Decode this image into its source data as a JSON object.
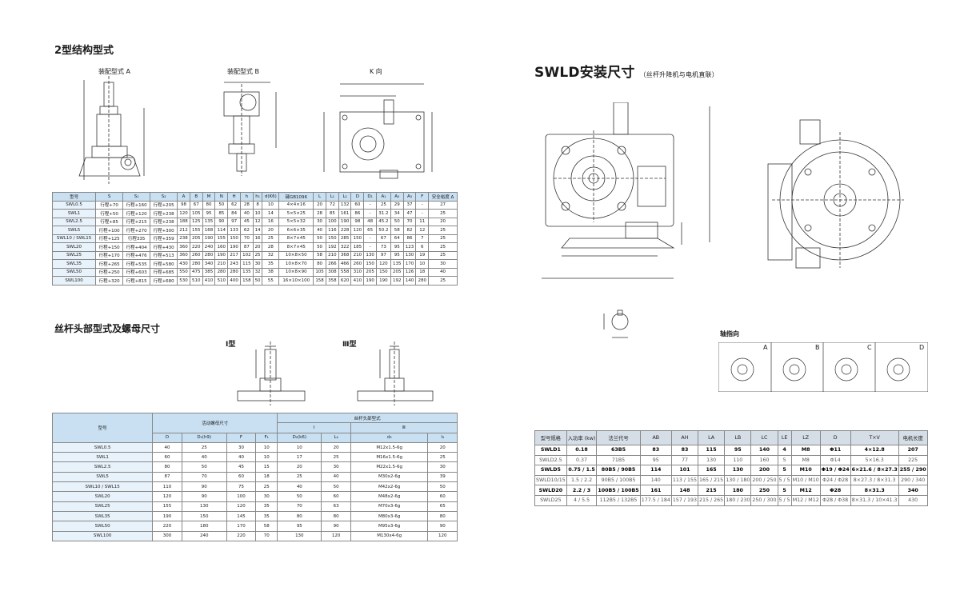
{
  "left": {
    "title": "2型结构型式",
    "view_a": "装配型式 A",
    "view_b": "装配型式 B",
    "view_k": "K 向",
    "subtitle": "丝杆头部型式及螺母尺寸",
    "type1": "I型",
    "type3": "Ⅲ型"
  },
  "right": {
    "title": "SWLD安装尺寸",
    "title_note": "（丝杆升降机与电机直联）",
    "axis_label": "轴指向",
    "axis_views": [
      "A",
      "B",
      "C",
      "D"
    ]
  },
  "table1": {
    "headers": [
      "型号",
      "S",
      "S₁",
      "S₂",
      "A",
      "B",
      "M",
      "N",
      "H",
      "h",
      "h₁",
      "d(K6)",
      "键GB1096",
      "L",
      "L₁",
      "L₂",
      "D",
      "D₁",
      "A₁",
      "A₂",
      "A₃",
      "F",
      "安全裕度 Δ"
    ],
    "rows": [
      [
        "SWL0.5",
        "行程+70",
        "行程+160",
        "行程+205",
        "98",
        "67",
        "80",
        "50",
        "62",
        "28",
        "8",
        "10",
        "4×4×16",
        "20",
        "72",
        "132",
        "60",
        "-",
        "25",
        "29",
        "37",
        "-",
        "27"
      ],
      [
        "SWL1",
        "行程+50",
        "行程+120",
        "行程+238",
        "120",
        "105",
        "95",
        "85",
        "84",
        "40",
        "10",
        "14",
        "5×5×25",
        "28",
        "85",
        "161",
        "86",
        "-",
        "31.2",
        "34",
        "47",
        "-",
        "25"
      ],
      [
        "SWL2.5",
        "行程+85",
        "行程+215",
        "行程+238",
        "188",
        "125",
        "135",
        "90",
        "97",
        "45",
        "12",
        "16",
        "5×5×32",
        "30",
        "100",
        "190",
        "98",
        "48",
        "45.2",
        "50",
        "70",
        "11",
        "20"
      ],
      [
        "SWL5",
        "行程+100",
        "行程+270",
        "行程+300",
        "212",
        "155",
        "168",
        "114",
        "133",
        "62",
        "14",
        "20",
        "6×6×35",
        "40",
        "116",
        "228",
        "120",
        "65",
        "50.2",
        "58",
        "82",
        "12",
        "25"
      ],
      [
        "SWL10 / SWL15",
        "行程+125",
        "行程335",
        "行程+359",
        "238",
        "205",
        "190",
        "155",
        "150",
        "70",
        "16",
        "25",
        "8×7×45",
        "50",
        "150",
        "285",
        "150",
        "-",
        "67",
        "64",
        "86",
        "7",
        "25"
      ],
      [
        "SWL20",
        "行程+150",
        "行程+404",
        "行程+430",
        "360",
        "220",
        "240",
        "160",
        "190",
        "87",
        "20",
        "28",
        "8×7×45",
        "50",
        "192",
        "322",
        "185",
        "-",
        "73",
        "95",
        "123",
        "6",
        "25"
      ],
      [
        "SWL25",
        "行程+170",
        "行程+476",
        "行程+513",
        "360",
        "260",
        "280",
        "190",
        "217",
        "102",
        "25",
        "32",
        "10×8×50",
        "58",
        "210",
        "368",
        "210",
        "130",
        "97",
        "95",
        "130",
        "19",
        "25"
      ],
      [
        "SWL35",
        "行程+265",
        "行程+535",
        "行程+580",
        "430",
        "280",
        "340",
        "210",
        "243",
        "115",
        "30",
        "35",
        "10×8×70",
        "80",
        "266",
        "466",
        "260",
        "150",
        "120",
        "135",
        "170",
        "10",
        "30"
      ],
      [
        "SWL50",
        "行程+250",
        "行程+603",
        "行程+685",
        "550",
        "475",
        "385",
        "280",
        "280",
        "135",
        "32",
        "38",
        "10×8×90",
        "105",
        "308",
        "558",
        "310",
        "205",
        "150",
        "205",
        "126",
        "18",
        "40"
      ],
      [
        "SWL100",
        "行程+320",
        "行程+815",
        "行程+680",
        "530",
        "510",
        "410",
        "510",
        "400",
        "158",
        "50",
        "55",
        "16×10×100",
        "158",
        "358",
        "620",
        "410",
        "190",
        "190",
        "192",
        "140",
        "280",
        "25"
      ]
    ]
  },
  "table2": {
    "group1": "活动螺母尺寸",
    "group2": "丝杆头部型式",
    "col_model": "型号",
    "sub_i": "I",
    "sub_iii": "Ⅲ",
    "headers": [
      "D",
      "D₁(h9)",
      "F",
      "F₁",
      "D₂(k6)",
      "L₂",
      "d₃",
      "l₃"
    ],
    "rows": [
      [
        "SWL0.5",
        "40",
        "25",
        "30",
        "10",
        "10",
        "20",
        "M12x1.5-6g",
        "20"
      ],
      [
        "SWL1",
        "60",
        "40",
        "40",
        "10",
        "17",
        "25",
        "M16x1.5-6g",
        "25"
      ],
      [
        "SWL2.5",
        "80",
        "50",
        "45",
        "15",
        "20",
        "30",
        "M22x1.5-6g",
        "30"
      ],
      [
        "SWL5",
        "87",
        "70",
        "60",
        "18",
        "25",
        "40",
        "M30x2-6g",
        "39"
      ],
      [
        "SWL10 / SWL15",
        "110",
        "90",
        "75",
        "25",
        "40",
        "50",
        "M42x2-6g",
        "50"
      ],
      [
        "SWL20",
        "120",
        "90",
        "100",
        "30",
        "50",
        "60",
        "M48x2-6g",
        "60"
      ],
      [
        "SWL25",
        "155",
        "130",
        "120",
        "35",
        "70",
        "63",
        "M70x3-6g",
        "65"
      ],
      [
        "SWL35",
        "190",
        "150",
        "145",
        "35",
        "80",
        "80",
        "M80x3-6g",
        "80"
      ],
      [
        "SWL50",
        "220",
        "180",
        "170",
        "58",
        "95",
        "90",
        "M95x3-6g",
        "90"
      ],
      [
        "SWL100",
        "300",
        "240",
        "220",
        "70",
        "130",
        "120",
        "M130x4-6g",
        "120"
      ]
    ]
  },
  "table3": {
    "headers": [
      "型号规格",
      "入功率 (kw)",
      "法兰代号",
      "AB",
      "AH",
      "LA",
      "LB",
      "LC",
      "LE",
      "LZ",
      "D",
      "T×V",
      "电机长度"
    ],
    "rows": [
      {
        "cls": "dark sep",
        "cells": [
          "SWLD1",
          "0.18",
          "63B5",
          "83",
          "83",
          "115",
          "95",
          "140",
          "4",
          "M8",
          "Φ11",
          "4×12.8",
          "207"
        ]
      },
      {
        "cls": "light",
        "cells": [
          "SWLD2.5",
          "0.37",
          "71B5",
          "95",
          "77",
          "130",
          "110",
          "160",
          "5",
          "M8",
          "Φ14",
          "5×16.3",
          "225"
        ]
      },
      {
        "cls": "dark sep",
        "cells": [
          "SWLD5",
          "0.75 / 1.5",
          "80B5 / 90B5",
          "114",
          "101",
          "165",
          "130",
          "200",
          "5",
          "M10",
          "Φ19 / Φ24",
          "6×21.6 / 8×27.3",
          "255 / 290"
        ]
      },
      {
        "cls": "light",
        "cells": [
          "SWLD10/15",
          "1.5 / 2.2",
          "90B5 / 100B5",
          "140",
          "113 / 155",
          "165 / 215",
          "130 / 180",
          "200 / 250",
          "5 / 5",
          "M10 / M10",
          "Φ24 / Φ28",
          "8×27.3 / 8×31.3",
          "290 / 340"
        ]
      },
      {
        "cls": "dark sep",
        "cells": [
          "SWLD20",
          "2.2 / 3",
          "100B5 / 100B5",
          "161",
          "148",
          "215",
          "180",
          "250",
          "5",
          "M12",
          "Φ28",
          "8×31.3",
          "340"
        ]
      },
      {
        "cls": "light",
        "cells": [
          "SWLD25",
          "4 / 5.5",
          "112B5 / 132B5",
          "177.5 / 184",
          "157 / 193",
          "215 / 265",
          "180 / 230",
          "250 / 300",
          "5 / 5",
          "M12 / M12",
          "Φ28 / Φ38",
          "8×31.3 / 10×41.3",
          "430"
        ]
      }
    ]
  }
}
